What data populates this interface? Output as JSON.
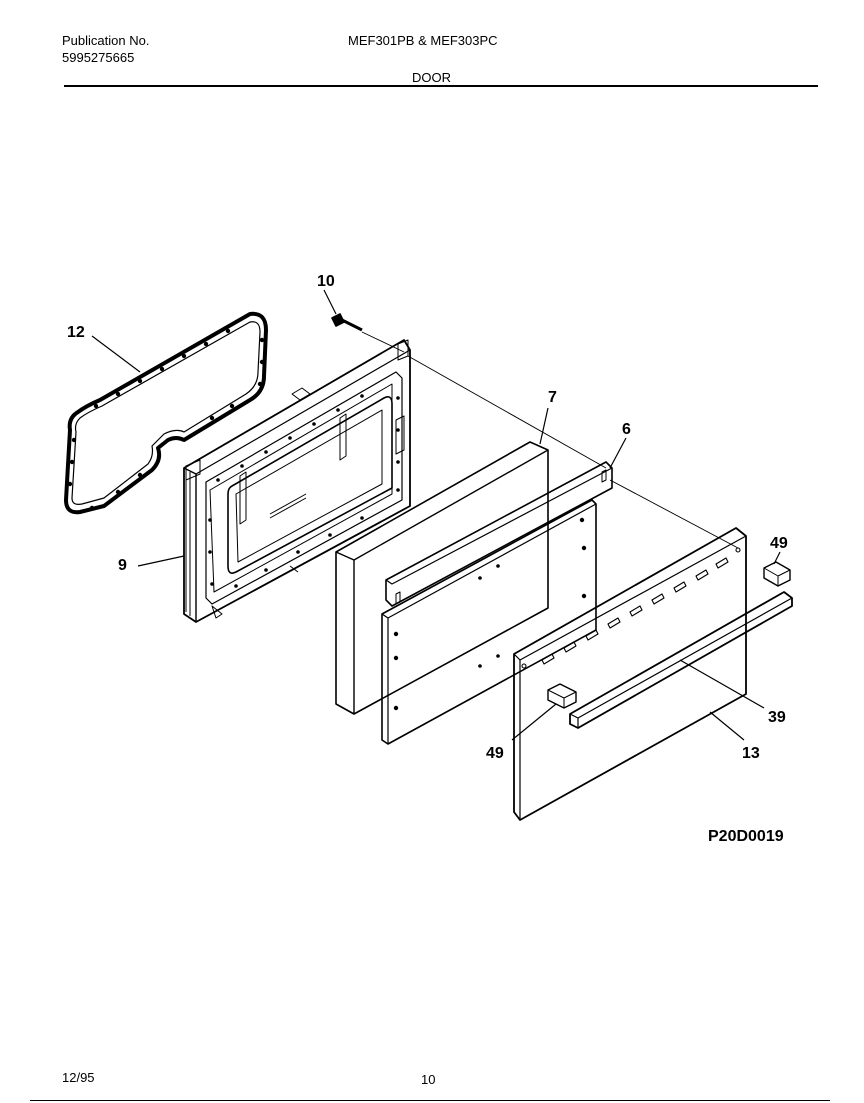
{
  "header": {
    "publication_label": "Publication No.",
    "publication_number": "5995275665",
    "models": "MEF301PB & MEF303PC",
    "section_title": "DOOR"
  },
  "diagram": {
    "callouts": {
      "c10": "10",
      "c12": "12",
      "c7": "7",
      "c6": "6",
      "c9": "9",
      "c49a": "49",
      "c39": "39",
      "c49b": "49",
      "c13": "13"
    },
    "drawing_code": "P20D0019"
  },
  "footer": {
    "date": "12/95",
    "page_number": "10"
  }
}
